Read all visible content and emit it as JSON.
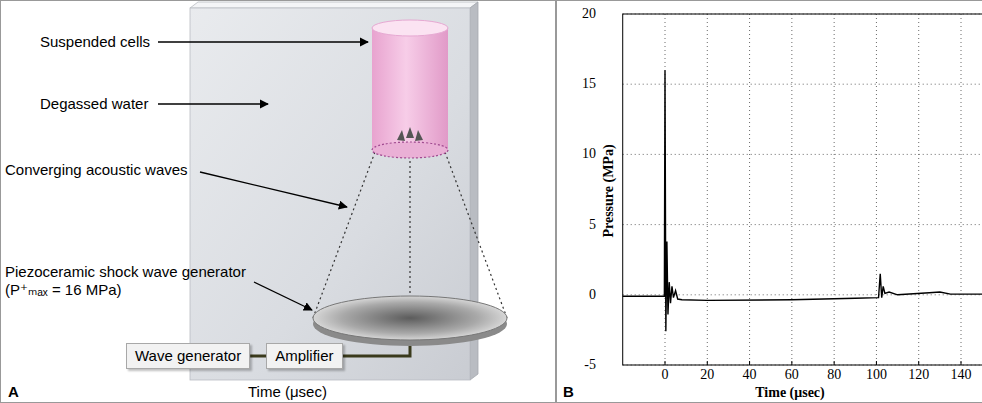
{
  "diagram": {
    "nodes": [
      {
        "text": [
          "Wave generator"
        ]
      },
      {
        "text": [
          "Amplifier"
        ]
      }
    ],
    "edges": [
      {
        "from": 0,
        "to": 1,
        "arrow": "none"
      }
    ],
    "labels": [
      "Suspended cells",
      "Degassed water",
      "Converging acoustic waves",
      "Piezoceramic shock wave generator (P⁺ₘₐₓ = 16 MPa)",
      "A",
      "Time (μsec)",
      "20",
      "15",
      "10",
      "5",
      "0",
      "-5",
      "0",
      "20",
      "40",
      "60",
      "80",
      "100",
      "120",
      "140",
      "Pressure (MPa)",
      "Time (μsec)",
      "B"
    ]
  }
}
